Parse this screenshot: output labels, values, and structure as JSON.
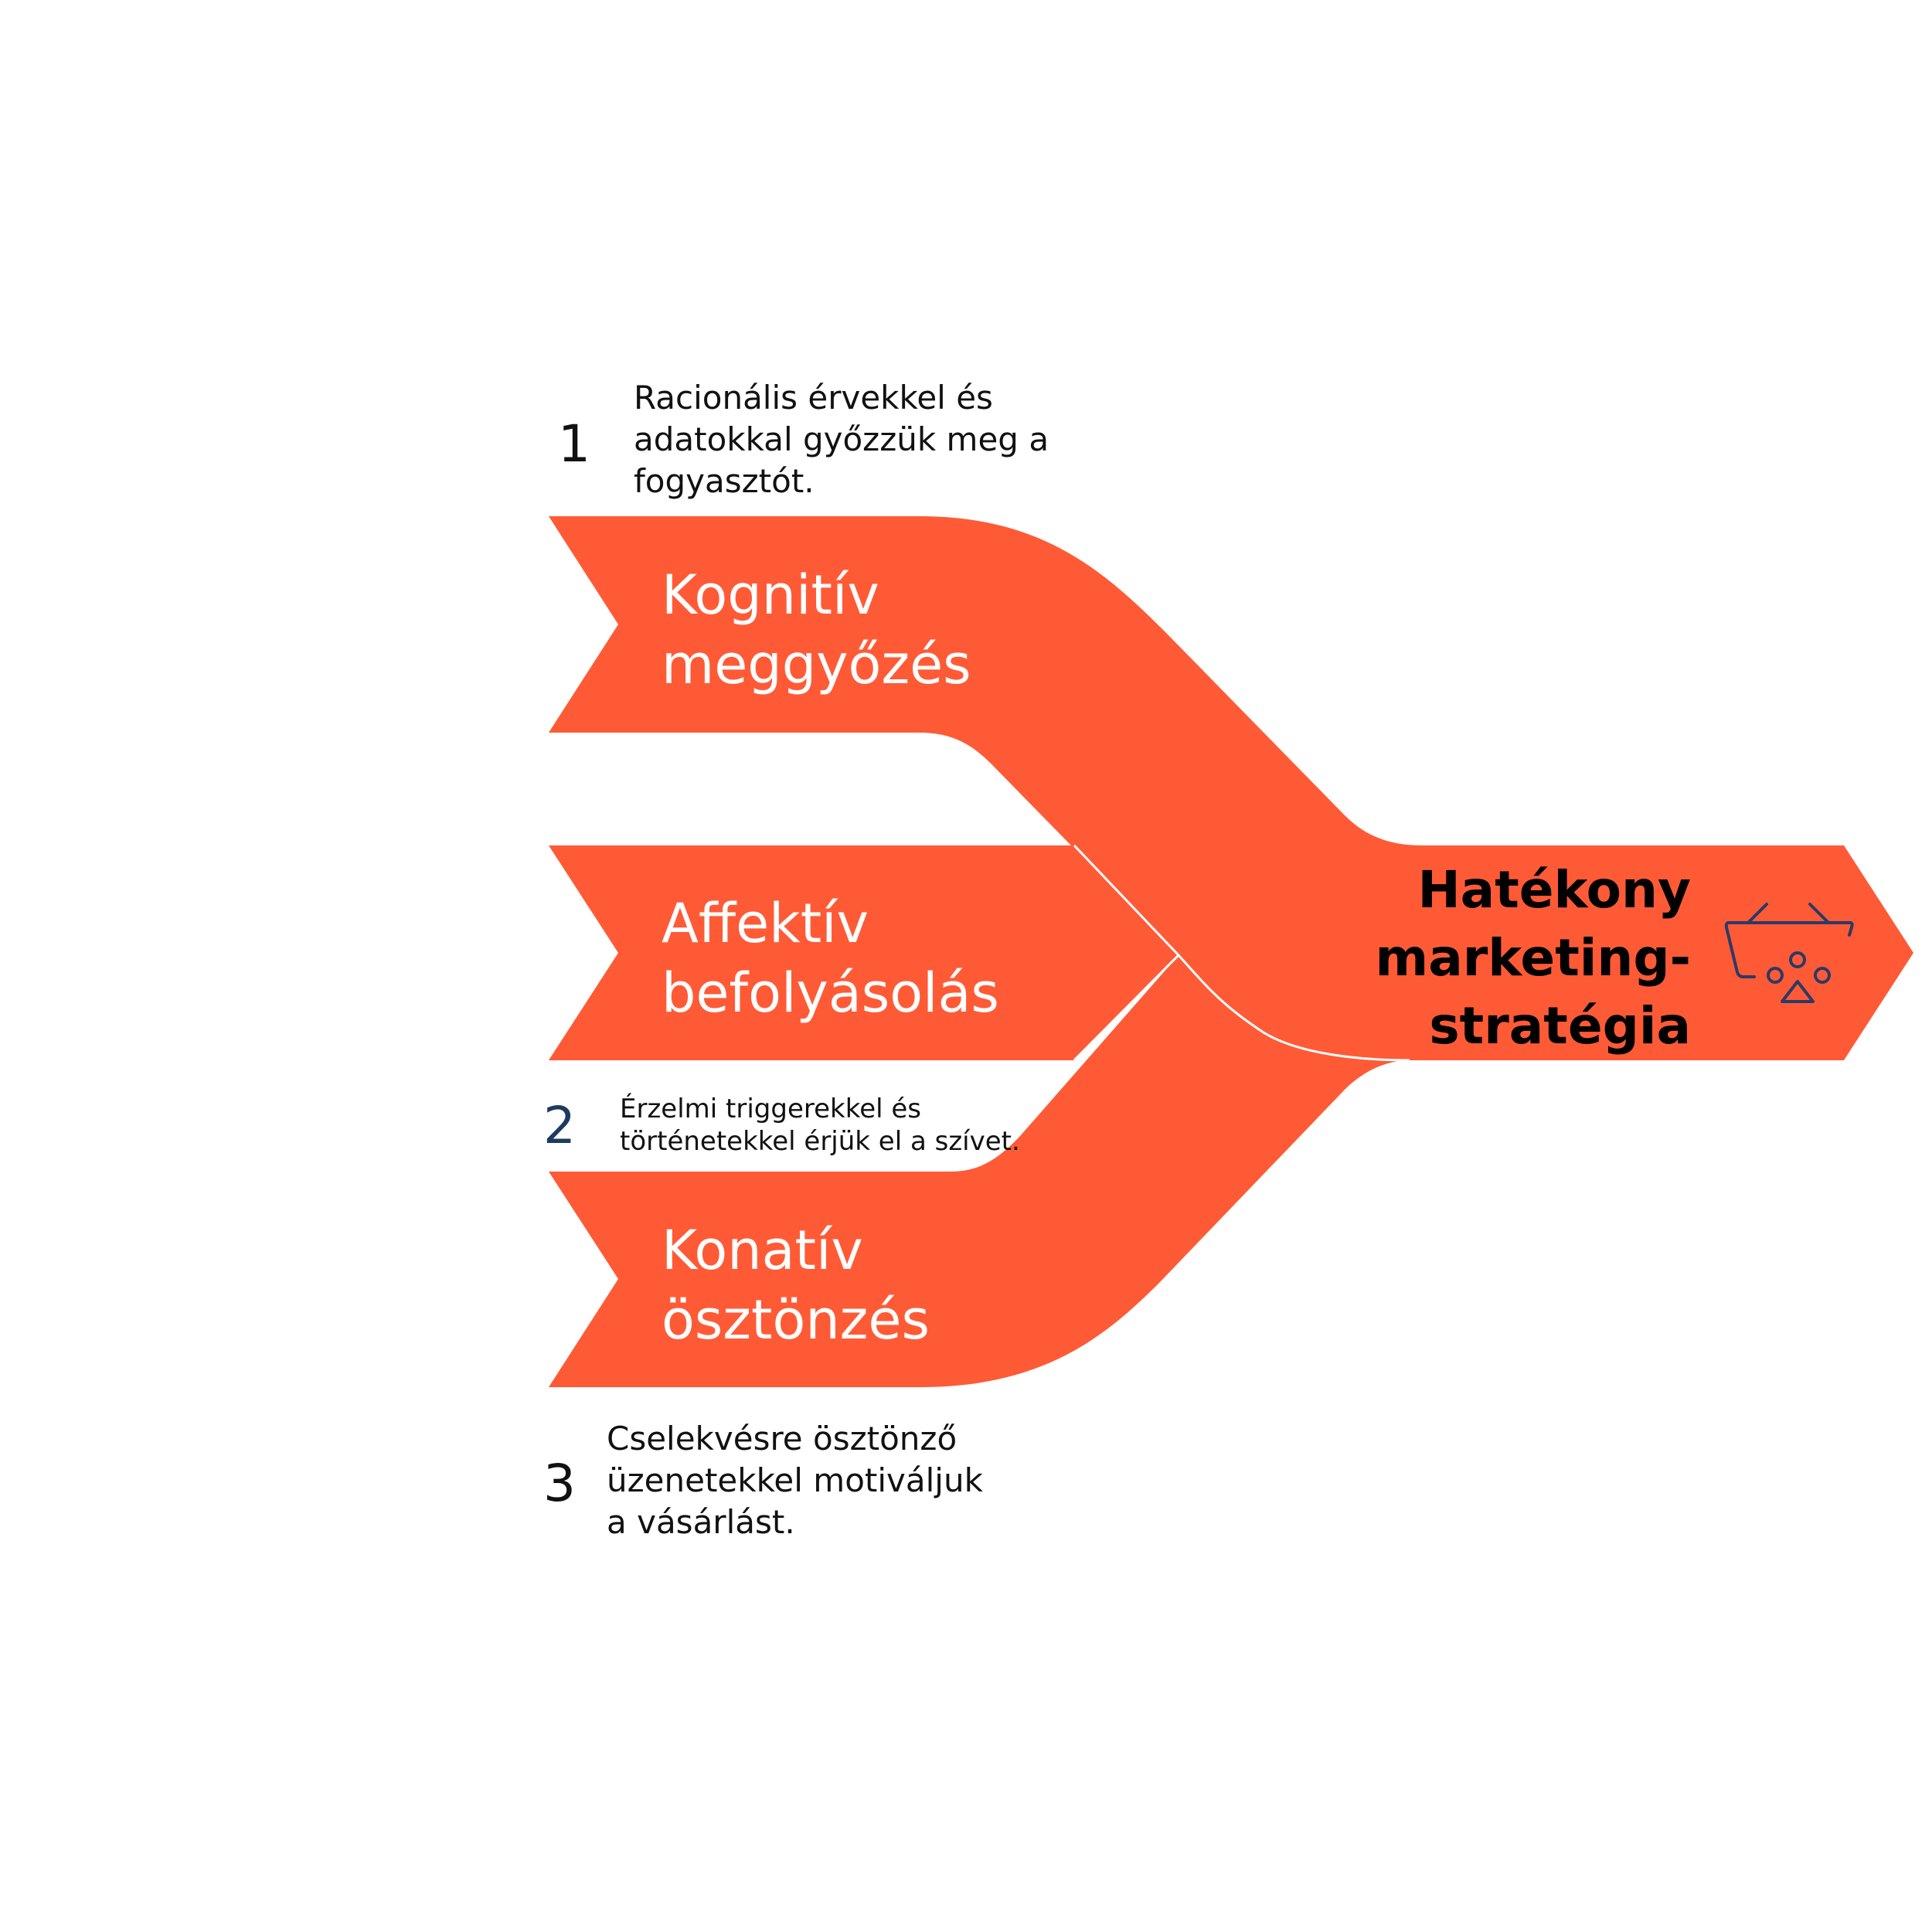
{
  "colors": {
    "ribbon": "#FF5A36",
    "ribbon_text": "#FFFFFF",
    "step_number": "#111111",
    "step_number_accent": "#1F3A5F",
    "icon_stroke": "#2B3A67"
  },
  "steps": [
    {
      "number": "1",
      "title_line1": "Kognitív",
      "title_line2": "meggyőzés",
      "desc_line1": "Racionális érvekkel és",
      "desc_line2": "adatokkal győzzük meg a",
      "desc_line3": "fogyasztót."
    },
    {
      "number": "2",
      "title_line1": "Affektív",
      "title_line2": "befolyásolás",
      "desc_line1": "Érzelmi triggerekkel és",
      "desc_line2": "történetekkel érjük el a szívet."
    },
    {
      "number": "3",
      "title_line1": "Konatív",
      "title_line2": "ösztönzés",
      "desc_line1": "Cselekvésre ösztönző",
      "desc_line2": "üzenetekkel motiváljuk",
      "desc_line3": "a vásárlást."
    }
  ],
  "result": {
    "line1": "Hatékony",
    "line2": "marketing-",
    "line3": "stratégia",
    "icon": "shopping-basket-icon"
  }
}
